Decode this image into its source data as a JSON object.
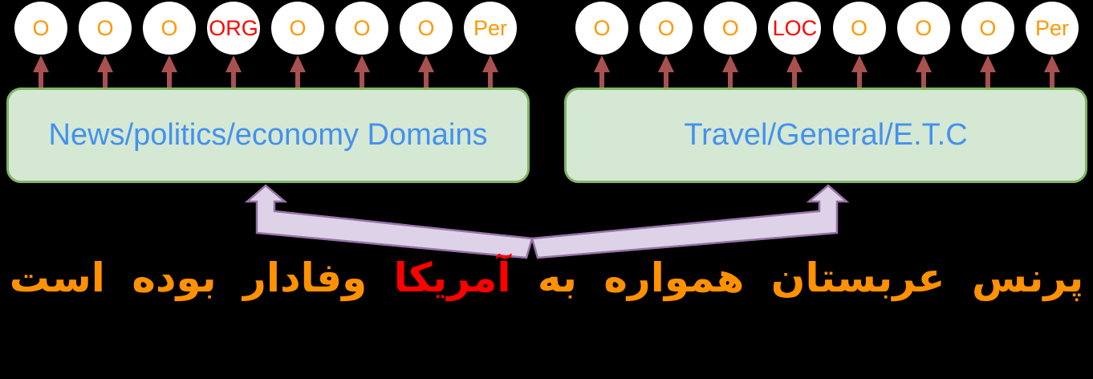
{
  "diagram": {
    "left_group": {
      "tags": [
        "O",
        "O",
        "O",
        "ORG",
        "O",
        "O",
        "O",
        "Per"
      ],
      "box_label": "News/politics/economy Domains"
    },
    "right_group": {
      "tags": [
        "O",
        "O",
        "O",
        "LOC",
        "O",
        "O",
        "O",
        "Per"
      ],
      "box_label": "Travel/General/E.T.C"
    },
    "sentence": {
      "before_entity": "پرنس عربستان همواره به",
      "entity": "آمریکا",
      "after_entity": "وفادار بوده است"
    },
    "colors": {
      "background": "#000000",
      "tag_default": "#ff9900",
      "tag_entity": "#ff0000",
      "box_fill": "#d5e8d4",
      "box_border": "#82b366",
      "box_text": "#4491ee",
      "red_arrow": "#a85150",
      "purple_arrow_fill": "#ded2e8",
      "purple_arrow_stroke": "#9673a6",
      "sentence_orange": "#ff9102",
      "sentence_red": "#ff0000"
    }
  }
}
